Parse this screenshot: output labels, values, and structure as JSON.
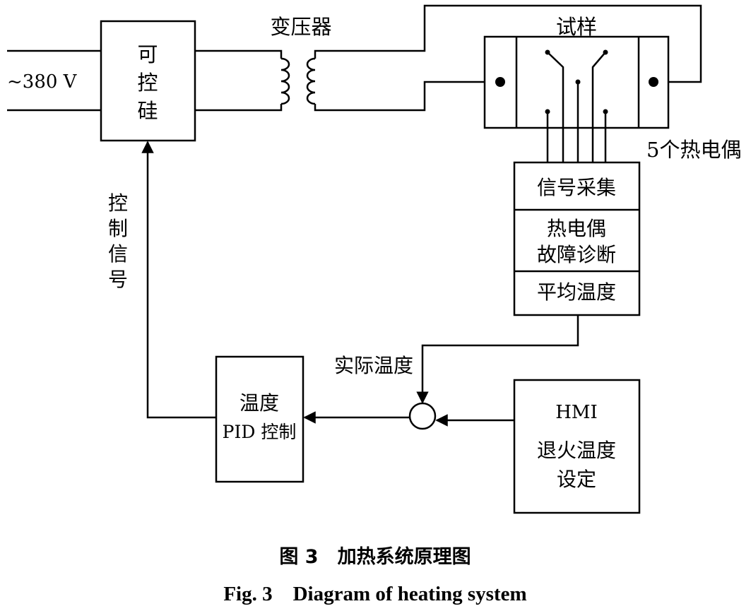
{
  "diagram": {
    "source_voltage": "~380 V",
    "scr_line1": "可",
    "scr_line2": "控",
    "scr_line3": "硅",
    "transformer": "变压器",
    "specimen": "试样",
    "thermocouples": "5个热电偶",
    "signal_acquisition": "信号采集",
    "tc_fault_line1": "热电偶",
    "tc_fault_line2": "故障诊断",
    "average_temp": "平均温度",
    "actual_temp": "实际温度",
    "control_signal_1": "控",
    "control_signal_2": "制",
    "control_signal_3": "信",
    "control_signal_4": "号",
    "pid_line1": "温度",
    "pid_line2": "PID 控制",
    "hmi_line1": "HMI",
    "hmi_line2": "退火温度",
    "hmi_line3": "设定"
  },
  "caption": {
    "zh": "图 3　加热系统原理图",
    "en": "Fig. 3　Diagram of heating system"
  }
}
